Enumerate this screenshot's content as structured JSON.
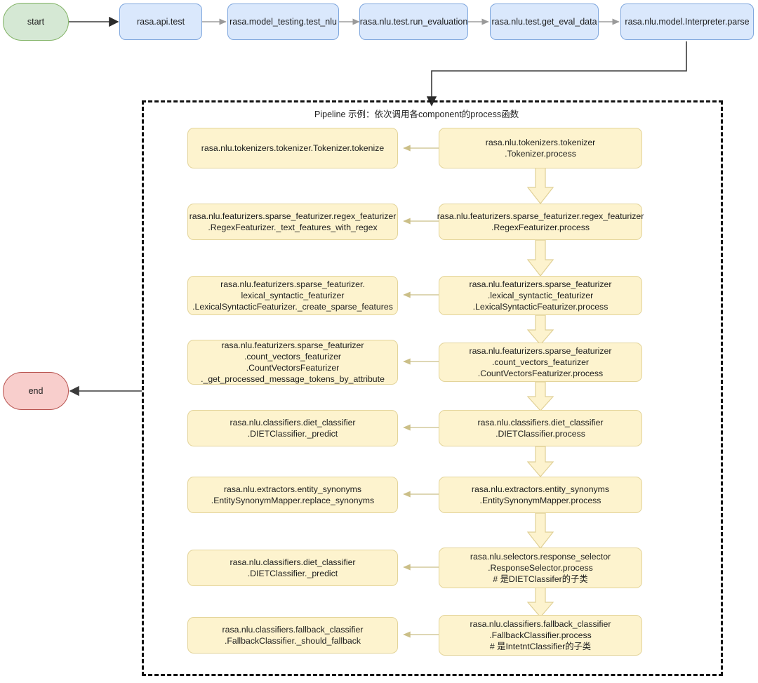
{
  "diagram": {
    "title_note": "Pipeline 示例：依次调用各component的process函数",
    "colors": {
      "start_fill": "#d5e8d4",
      "start_stroke": "#82b366",
      "end_fill": "#f8cecc",
      "end_stroke": "#b85450",
      "blue_fill": "#dae8fc",
      "blue_stroke": "#7ea6dd",
      "yellow_fill": "#fdf3ce",
      "yellow_stroke": "#e3d49a",
      "dashed_stroke": "#111111"
    }
  },
  "terminals": {
    "start": "start",
    "end": "end"
  },
  "top_chain": [
    {
      "label": "rasa.api.test"
    },
    {
      "label": "rasa.model_testing.test_nlu"
    },
    {
      "label": "rasa.nlu.test.run_evaluation"
    },
    {
      "label": "rasa.nlu.test.get_eval_data"
    },
    {
      "label": "rasa.nlu.model.Interpreter.parse"
    }
  ],
  "pipeline": {
    "rows": [
      {
        "process": "rasa.nlu.tokenizers.tokenizer\n.Tokenizer.process",
        "callee": "rasa.nlu.tokenizers.tokenizer.Tokenizer.tokenize"
      },
      {
        "process": "rasa.nlu.featurizers.sparse_featurizer.regex_featurizer\n.RegexFeaturizer.process",
        "callee": "rasa.nlu.featurizers.sparse_featurizer.regex_featurizer\n.RegexFeaturizer._text_features_with_regex"
      },
      {
        "process": "rasa.nlu.featurizers.sparse_featurizer\n.lexical_syntactic_featurizer\n.LexicalSyntacticFeaturizer.process",
        "callee": "rasa.nlu.featurizers.sparse_featurizer.\nlexical_syntactic_featurizer\n.LexicalSyntacticFeaturizer._create_sparse_features"
      },
      {
        "process": "rasa.nlu.featurizers.sparse_featurizer\n.count_vectors_featurizer\n.CountVectorsFeaturizer.process",
        "callee": "rasa.nlu.featurizers.sparse_featurizer\n.count_vectors_featurizer\n.CountVectorsFeaturizer\n._get_processed_message_tokens_by_attribute"
      },
      {
        "process": "rasa.nlu.classifiers.diet_classifier\n.DIETClassifier.process",
        "callee": "rasa.nlu.classifiers.diet_classifier\n.DIETClassifier._predict"
      },
      {
        "process": "rasa.nlu.extractors.entity_synonyms\n.EntitySynonymMapper.process",
        "callee": "rasa.nlu.extractors.entity_synonyms\n.EntitySynonymMapper.replace_synonyms"
      },
      {
        "process": "rasa.nlu.selectors.response_selector\n.ResponseSelector.process\n# 是DIETClassifer的子类",
        "callee": "rasa.nlu.classifiers.diet_classifier\n.DIETClassifier._predict"
      },
      {
        "process": "rasa.nlu.classifiers.fallback_classifier\n.FallbackClassifier.process\n# 是IntetntClassifier的子类",
        "callee": "rasa.nlu.classifiers.fallback_classifier\n.FallbackClassifier._should_fallback"
      }
    ]
  }
}
